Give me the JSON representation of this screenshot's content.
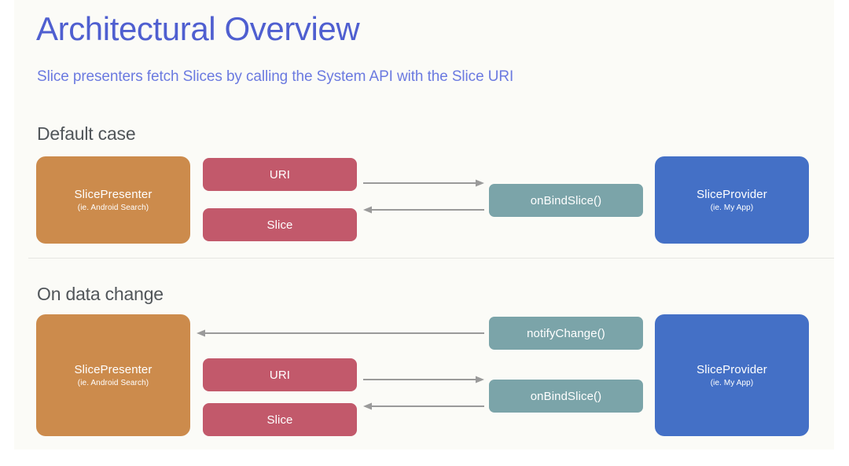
{
  "header": {
    "title": "Architectural Overview",
    "subtitle": "Slice presenters fetch Slices by calling the System API with the Slice URI",
    "title_color": "#4f5fd0",
    "subtitle_color": "#6b7ae0"
  },
  "palette": {
    "background": "#fbfbf7",
    "presenter": "#cc8b4c",
    "pill": "#c2596b",
    "method": "#7ba4a9",
    "provider": "#4470c6",
    "arrow": "#9a9a9a",
    "divider": "#e6e6e2",
    "heading": "#51565a"
  },
  "sections": [
    {
      "heading": "Default case",
      "presenter": {
        "title": "SlicePresenter",
        "subtitle": "(ie. Android Search)"
      },
      "provider": {
        "title": "SliceProvider",
        "subtitle": "(ie. My App)"
      },
      "pills": [
        {
          "label": "URI"
        },
        {
          "label": "Slice"
        }
      ],
      "methods": [
        {
          "label": "onBindSlice()"
        }
      ],
      "arrows": [
        {
          "name": "uri-to-onbindslice",
          "direction": "right"
        },
        {
          "name": "onbindslice-to-slice",
          "direction": "left"
        }
      ]
    },
    {
      "heading": "On data change",
      "presenter": {
        "title": "SlicePresenter",
        "subtitle": "(ie. Android Search)"
      },
      "provider": {
        "title": "SliceProvider",
        "subtitle": "(ie. My App)"
      },
      "pills": [
        {
          "label": "URI"
        },
        {
          "label": "Slice"
        }
      ],
      "methods": [
        {
          "label": "notifyChange()"
        },
        {
          "label": "onBindSlice()"
        }
      ],
      "arrows": [
        {
          "name": "notifychange-to-presenter",
          "direction": "left"
        },
        {
          "name": "uri-to-onbindslice",
          "direction": "right"
        },
        {
          "name": "onbindslice-to-slice",
          "direction": "left"
        }
      ]
    }
  ]
}
